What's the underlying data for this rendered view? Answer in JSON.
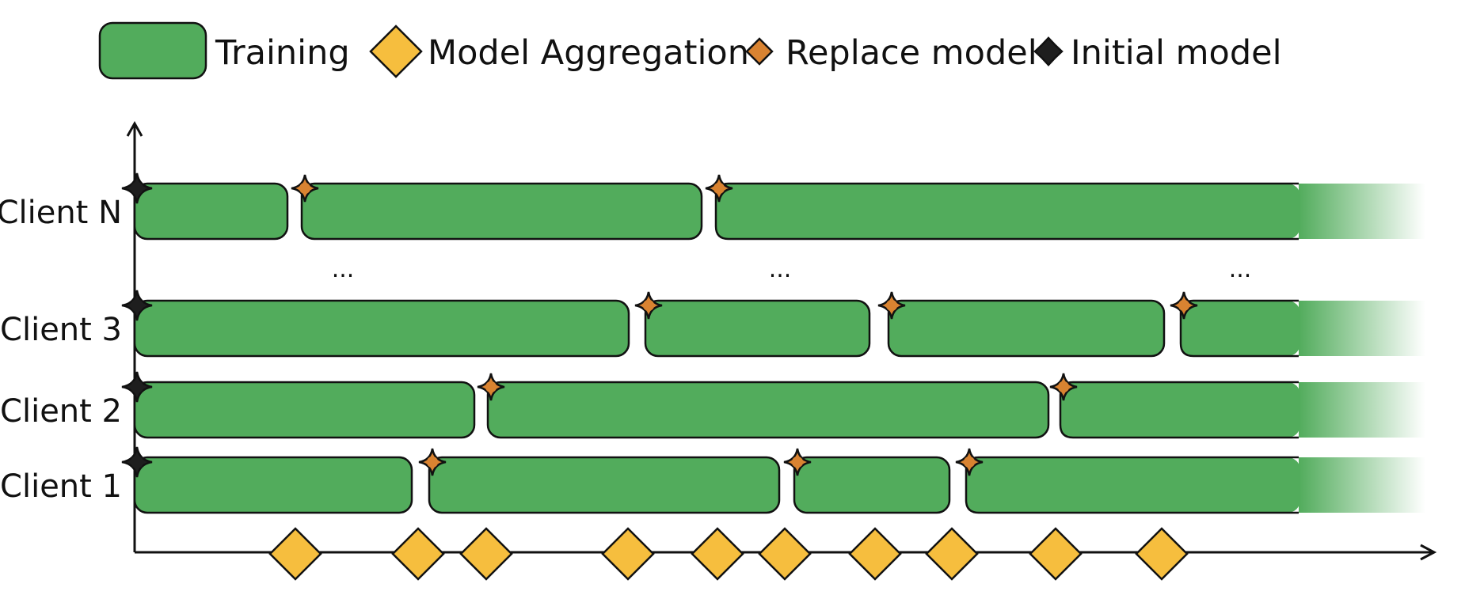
{
  "legend": {
    "training": "Training",
    "aggregation": "Model Aggregation",
    "replace": "Replace model",
    "initial": "Initial model"
  },
  "colors": {
    "training": "#52ac5c",
    "aggregation": "#f6be3e",
    "replace": "#d98331",
    "initial": "#1e1e1e",
    "stroke": "#111111"
  },
  "icons": {
    "training": "rounded-rect",
    "aggregation": "diamond",
    "replace": "four-point-star",
    "initial": "four-point-star"
  },
  "timeline": {
    "clients": [
      {
        "label": "Client N",
        "segments": [
          [
            0,
            193
          ],
          [
            211,
            716
          ],
          [
            734,
            1630
          ]
        ],
        "replace_at": [
          211,
          734
        ],
        "last_fades": true
      },
      {
        "label": "Client 3",
        "segments": [
          [
            0,
            624
          ],
          [
            645,
            928
          ],
          [
            952,
            1300
          ],
          [
            1321,
            1630
          ]
        ],
        "replace_at": [
          645,
          952,
          1321
        ],
        "last_fades": true
      },
      {
        "label": "Client 2",
        "segments": [
          [
            0,
            429
          ],
          [
            446,
            1154
          ],
          [
            1169,
            1630
          ]
        ],
        "replace_at": [
          446,
          1169
        ],
        "last_fades": true
      },
      {
        "label": "Client 1",
        "segments": [
          [
            0,
            350
          ],
          [
            372,
            814
          ],
          [
            833,
            1029
          ],
          [
            1050,
            1630
          ]
        ],
        "replace_at": [
          372,
          833,
          1050
        ],
        "last_fades": true
      }
    ],
    "ellipsis": [
      "...",
      "...",
      "..."
    ],
    "aggregation_at": [
      203,
      358,
      444,
      623,
      736,
      821,
      935,
      1032,
      1163,
      1297
    ]
  }
}
